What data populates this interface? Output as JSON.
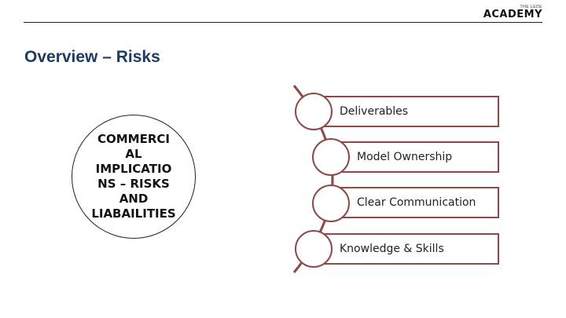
{
  "logo": {
    "small_text": "THE LEDE",
    "brand": "ACADEMY"
  },
  "title": "Overview – Risks",
  "center_circle": {
    "text": "COMMERCI\nAL\nIMPLICATIO\nNS – RISKS\nAND\nLIABAILITIES"
  },
  "list": {
    "items": [
      {
        "label": "Deliverables"
      },
      {
        "label": "Model Ownership"
      },
      {
        "label": "Clear Communication"
      },
      {
        "label": "Knowledge & Skills"
      }
    ]
  },
  "colors": {
    "accent": "#8b4a47",
    "title": "#1f3a5f",
    "text": "#222222"
  }
}
